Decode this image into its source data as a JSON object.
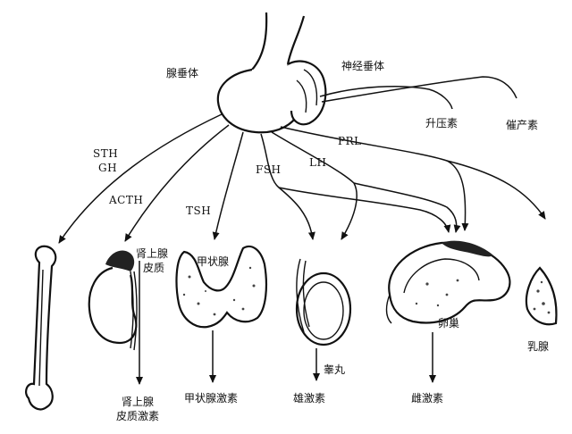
{
  "labels": {
    "pituitary": "腺垂体",
    "neurohypophysis": "神经垂体",
    "vasopressin": "升压素",
    "oxytocin": "催产素",
    "sth": "STH",
    "gh": "GH",
    "acth": "ACTH",
    "tsh": "TSH",
    "fsh": "FSH",
    "lh": "LH",
    "prl": "PRL",
    "adrenal_cortex_line1": "肾上腺",
    "adrenal_cortex_line2": "皮质",
    "thyroid": "甲状腺",
    "testis": "睾丸",
    "ovary": "卵巢",
    "breast": "乳腺",
    "cortical_hormone_line1": "肾上腺",
    "cortical_hormone_line2": "皮质激素",
    "thyroid_hormone": "甲状腺激素",
    "androgen": "雄激素",
    "estrogen": "雌激素"
  }
}
